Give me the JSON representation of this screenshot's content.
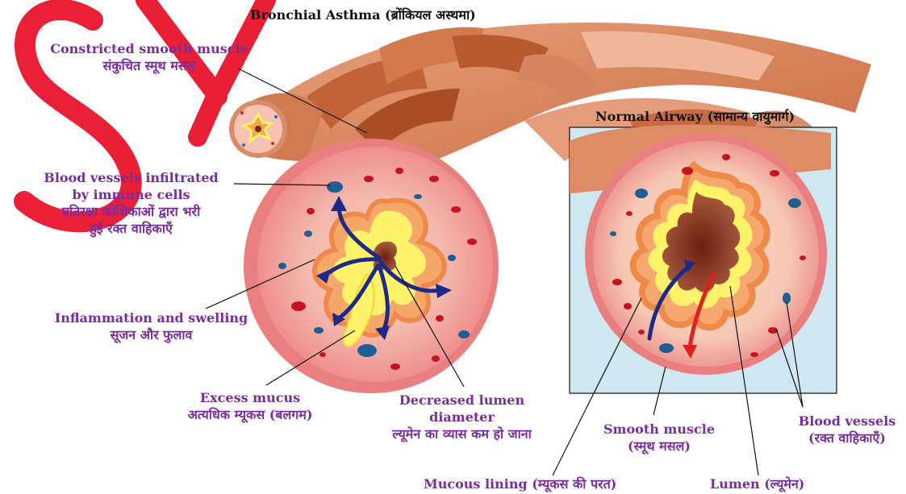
{
  "colors": {
    "label_purple": "#7a2c9e",
    "title_black": "#111111",
    "watermark_red": "#e8142c",
    "tissue_pink": "#f6c2b4",
    "muscle_brown": "#c9744c",
    "inset_bg": "#cfe7f1",
    "mucus_yellow": "#fff36b",
    "arrow_blue": "#1d2a86",
    "arrow_red": "#e01f1f"
  },
  "watermark": {
    "text": "SY"
  },
  "titles": {
    "asthma": "Bronchial Asthma (ब्रोंकियल अस्थमा)",
    "normal": "Normal Airway (सामान्य वायुमार्ग)"
  },
  "labels": {
    "constricted": {
      "en": "Constricted smooth muscle",
      "hi": "संकुचित स्मूथ मसल"
    },
    "blood_infiltrated": {
      "en1": "Blood vessels infiltrated",
      "en2": "by immune cells",
      "hi1": "प्रतिरक्षा कोशिकाओं द्वारा भरी",
      "hi2": "हुई रक्त वाहिकाएँ"
    },
    "inflammation": {
      "en": "Inflammation and swelling",
      "hi": "सूजन और फुलाव"
    },
    "excess_mucus": {
      "en": "Excess mucus",
      "hi": "अत्यधिक म्यूकस (बलगम)"
    },
    "decreased_lumen": {
      "en1": "Decreased lumen",
      "en2": "diameter",
      "hi": "ल्यूमेन का व्यास कम हो जाना"
    },
    "smooth_muscle": {
      "en": "Smooth muscle",
      "hi": "(स्मूथ मसल)"
    },
    "blood_vessels": {
      "en": "Blood vessels",
      "hi": "(रक्त वाहिकाएँ)"
    },
    "mucous_lining": "Mucous lining (म्यूकस की परत)",
    "lumen": "Lumen (ल्यूमेन)"
  }
}
